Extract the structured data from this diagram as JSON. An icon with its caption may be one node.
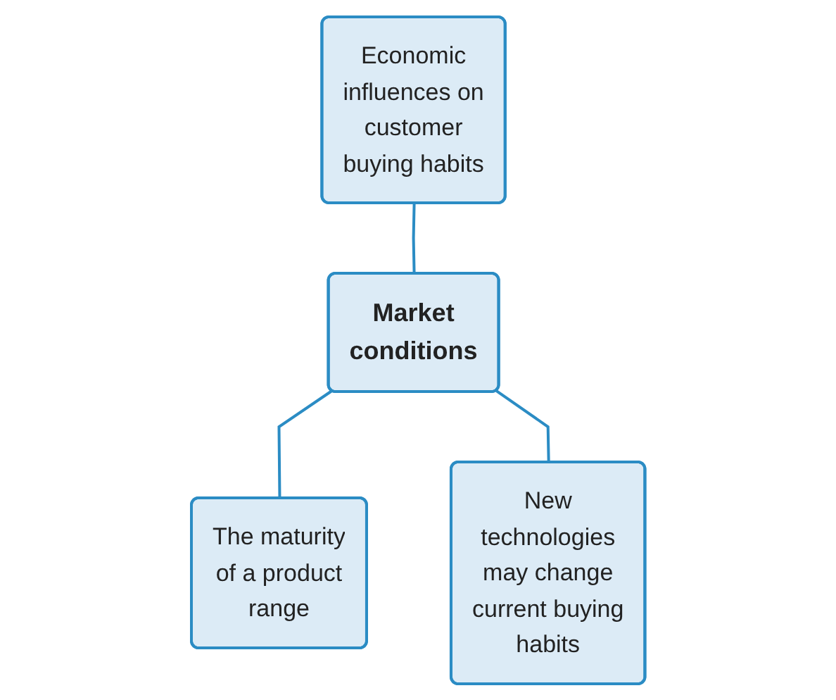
{
  "diagram": {
    "nodes": [
      {
        "text": [
          "Economic influences on customer buying habits"
        ]
      },
      {
        "text": [
          "Market conditions"
        ]
      },
      {
        "text": [
          "The maturity of a product range"
        ]
      },
      {
        "text": [
          "New technologies may change current buying habits"
        ]
      }
    ],
    "edges": [
      {
        "from": 0,
        "to": 1,
        "arrow": "none"
      },
      {
        "from": 1,
        "to": 2,
        "arrow": "none"
      },
      {
        "from": 1,
        "to": 3,
        "arrow": "none"
      }
    ]
  }
}
